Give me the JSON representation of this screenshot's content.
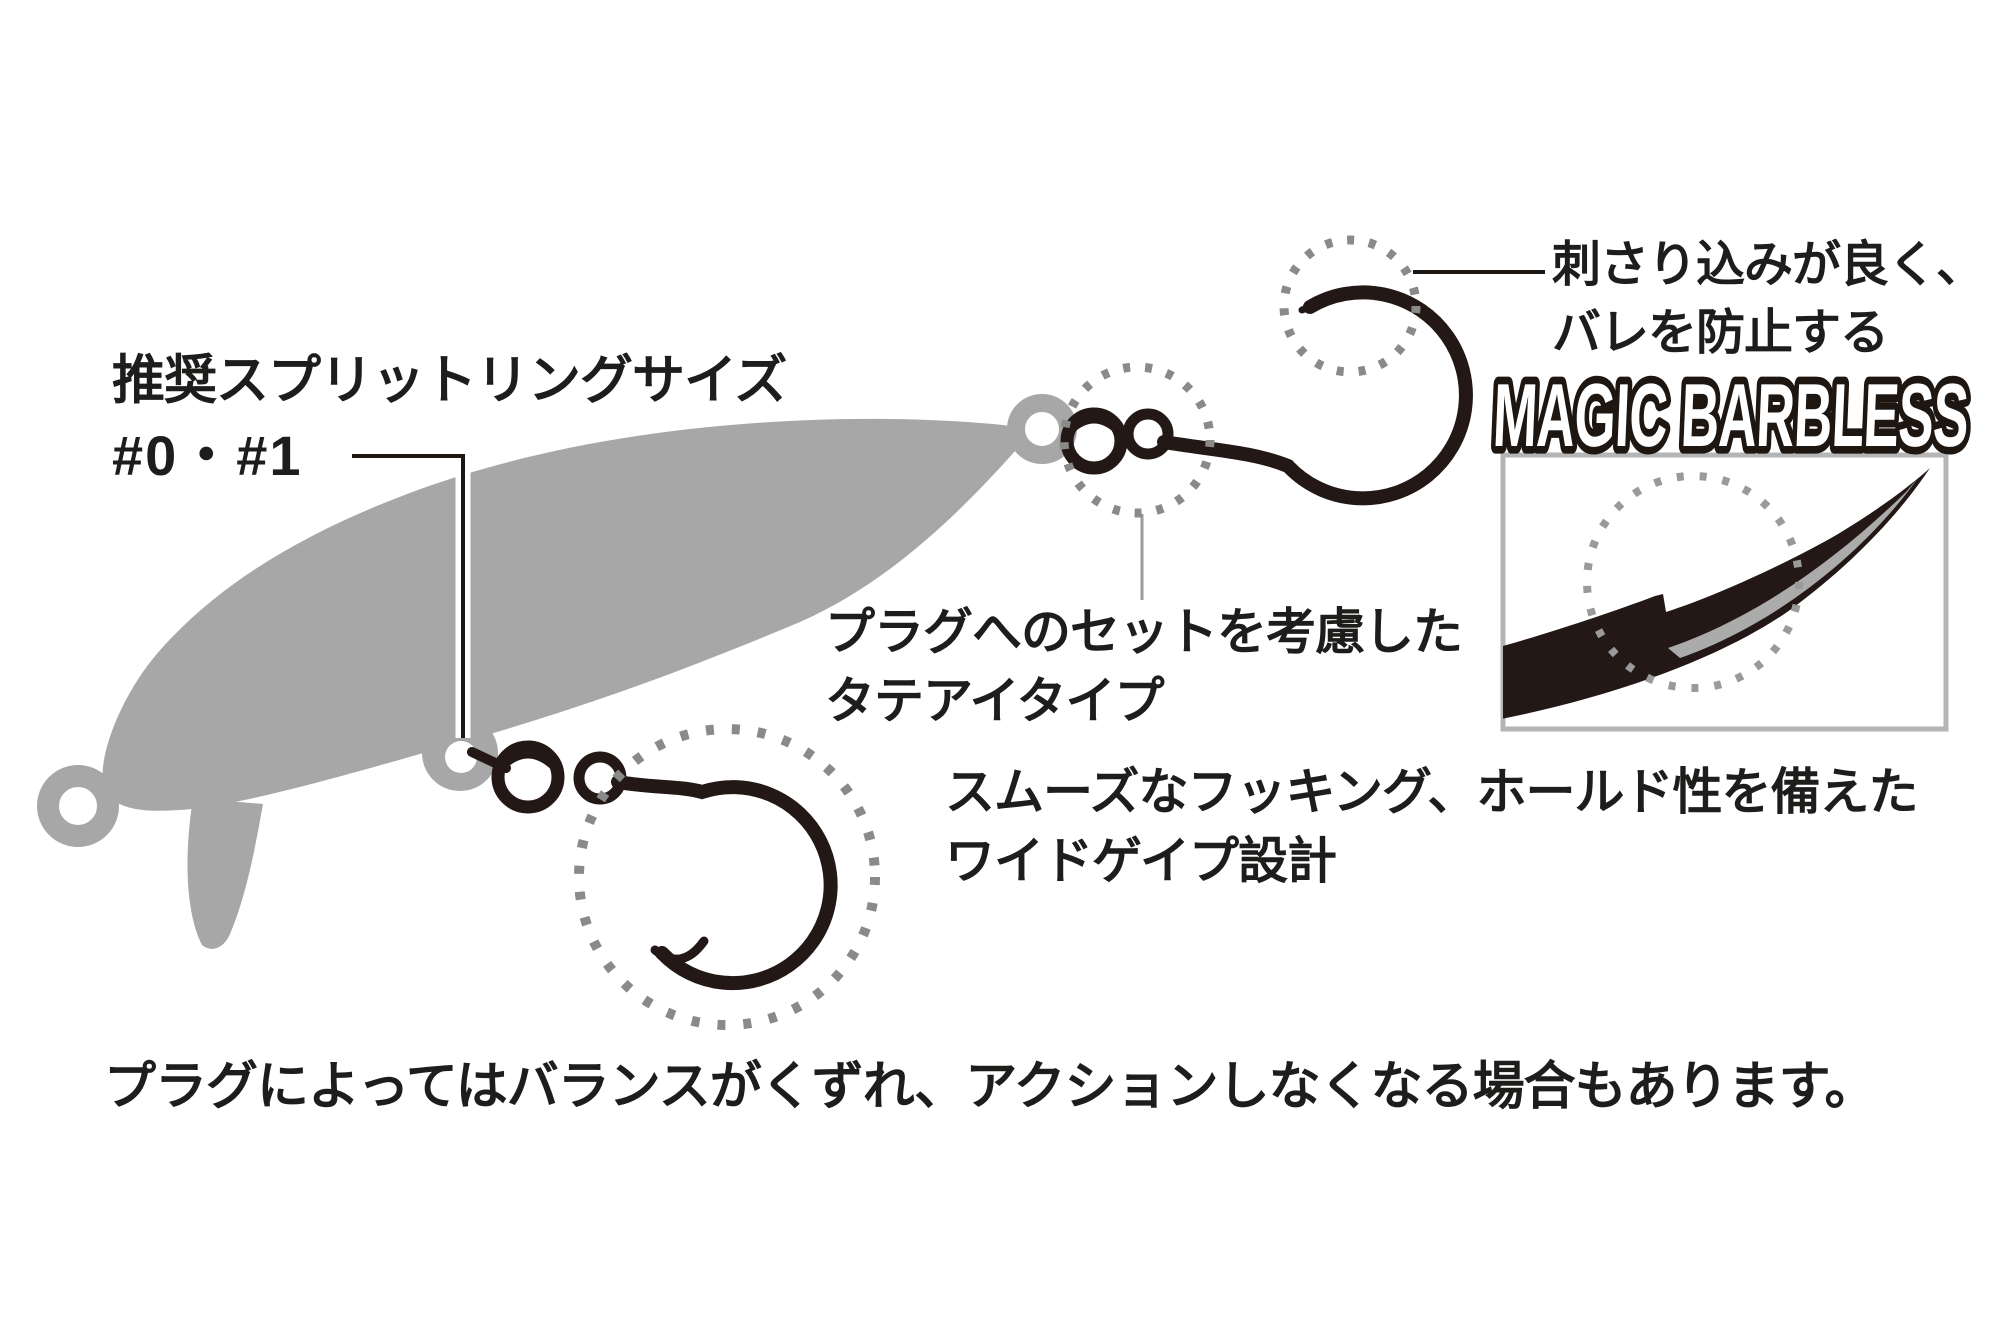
{
  "labels": {
    "split_ring_size": {
      "line1": "推奨スプリットリングサイズ",
      "line2": "#0・#1"
    },
    "hook_point": {
      "line1": "刺さり込みが良く、",
      "line2": "バレを防止する"
    },
    "badge": {
      "magic_barbless_label": "MAGIC BARBLESS"
    },
    "eye_type": {
      "line1": "プラグへのセットを考慮した",
      "line2": "タテアイタイプ"
    },
    "wide_gape": {
      "line1": "スムーズなフッキング、ホールド性を備えた",
      "line2": "ワイドゲイプ設計"
    },
    "note": "プラグによってはバランスがくずれ、アクションしなくなる場合もあります。"
  },
  "colors": {
    "lure_body_gray": "#a7a7a7",
    "dotted_circle_gray": "#8a8a8a",
    "hook_black": "#231815",
    "text_black": "#1d1d1b",
    "detail_box_border_gray": "#b5b5b5",
    "blade_highlight_gray": "#ababab",
    "background": "#ffffff"
  }
}
